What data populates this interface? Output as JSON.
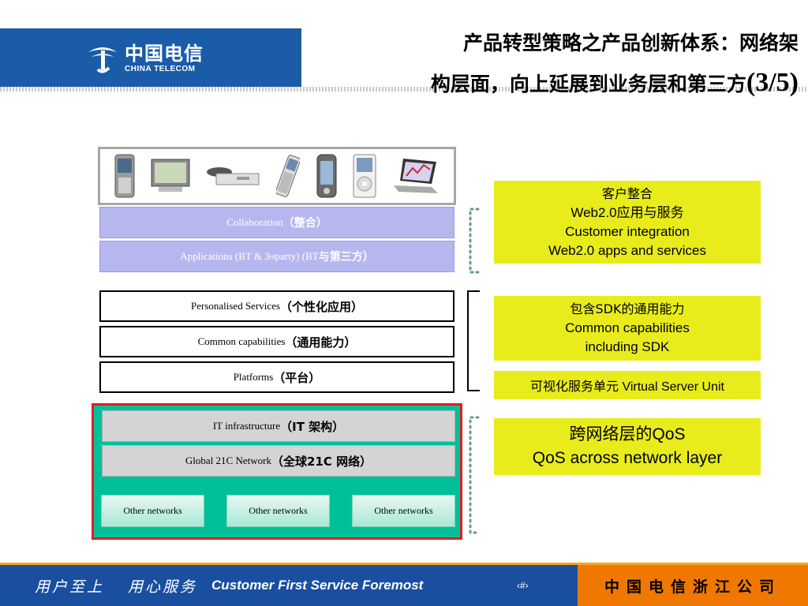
{
  "header": {
    "logo_cn": "中国电信",
    "logo_en": "CHINA TELECOM",
    "title_line1": "产品转型策略之产品创新体系：网络架",
    "title_line2": "构层面，向上延展到业务层和第三方",
    "title_page": "(3/5)"
  },
  "devices": [
    "mobile-phone-icon",
    "tv-icon",
    "set-top-box-icon",
    "pda-phone-icon",
    "smartphone-icon",
    "ipod-icon",
    "laptop-icon"
  ],
  "layers": {
    "collaboration": {
      "en": "Collaboration",
      "cn": "（整合）"
    },
    "applications": {
      "en": "Applications (BT & 3",
      "sup": "rd",
      "en2": " party) (BT",
      "cn": "与第三方）"
    },
    "personalised": {
      "en": "Personalised Services",
      "cn": "（个性化应用）"
    },
    "common": {
      "en": "Common capabilities",
      "cn": "（通用能力）"
    },
    "platforms": {
      "en": "Platforms",
      "cn": "（平台）"
    },
    "it_infra": {
      "en": "IT infrastructure",
      "cn": "（IT 架构）"
    },
    "global21c": {
      "en": "Global 21C Network",
      "cn": "（全球21C 网络）"
    },
    "other_networks": [
      "Other networks",
      "Other networks",
      "Other networks"
    ]
  },
  "callouts": {
    "integration": {
      "line1": "客户整合",
      "line2": "Web2.0应用与服务",
      "line3": "Customer integration",
      "line4": "Web2.0 apps and services"
    },
    "sdk": {
      "line1": "包含SDK的通用能力",
      "line2": "Common capabilities",
      "line3": "including SDK"
    },
    "vsu": {
      "text": "可视化服务单元 Virtual Server Unit"
    },
    "qos": {
      "line1": "跨网络层的QoS",
      "line2": "QoS across network layer"
    }
  },
  "footer": {
    "slogan_cn1": "用户至上",
    "slogan_cn2": "用心服务",
    "slogan_en": "Customer First Service Foremost",
    "page": "‹#›",
    "company": "中国电信浙江公司"
  },
  "colors": {
    "brand_blue": "#1a5ca8",
    "footer_orange": "#f07800",
    "callout_yellow": "#e8ec1a",
    "network_green": "#00c09a",
    "collab_purple": "#b7b7f0",
    "highlight_red": "#e02020"
  }
}
